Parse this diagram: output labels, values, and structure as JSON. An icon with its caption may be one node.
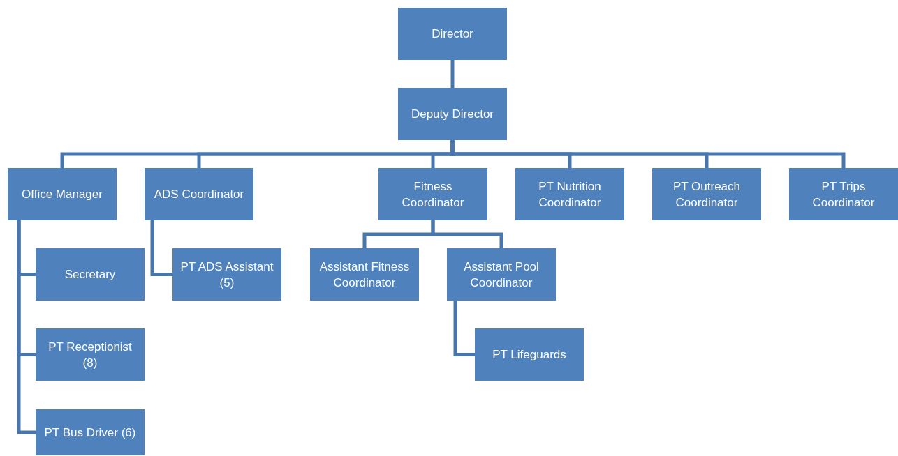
{
  "diagram": {
    "nodes": [
      {
        "text": [
          "Director"
        ]
      },
      {
        "text": [
          "Deputy Director"
        ]
      },
      {
        "text": [
          "Office Manager"
        ]
      },
      {
        "text": [
          "ADS Coordinator"
        ]
      },
      {
        "text": [
          "Fitness Coordinator"
        ]
      },
      {
        "text": [
          "PT Nutrition Coordinator"
        ]
      },
      {
        "text": [
          "PT Outreach Coordinator"
        ]
      },
      {
        "text": [
          "PT Trips Coordinator"
        ]
      },
      {
        "text": [
          "Secretary"
        ]
      },
      {
        "text": [
          "PT Receptionist (8)"
        ]
      },
      {
        "text": [
          "PT Bus Driver (6)"
        ]
      },
      {
        "text": [
          "PT ADS Assistant (5)"
        ]
      },
      {
        "text": [
          "Assistant Fitness Coordinator"
        ]
      },
      {
        "text": [
          "Assistant Pool Coordinator"
        ]
      },
      {
        "text": [
          "PT Lifeguards"
        ]
      }
    ],
    "edges": [
      {
        "from": 0,
        "to": 1,
        "arrow": "none"
      },
      {
        "from": 1,
        "to": 2,
        "arrow": "none"
      },
      {
        "from": 1,
        "to": 3,
        "arrow": "none"
      },
      {
        "from": 1,
        "to": 4,
        "arrow": "none"
      },
      {
        "from": 1,
        "to": 5,
        "arrow": "none"
      },
      {
        "from": 1,
        "to": 6,
        "arrow": "none"
      },
      {
        "from": 1,
        "to": 7,
        "arrow": "none"
      },
      {
        "from": 2,
        "to": 8,
        "arrow": "none"
      },
      {
        "from": 2,
        "to": 9,
        "arrow": "none"
      },
      {
        "from": 2,
        "to": 10,
        "arrow": "none"
      },
      {
        "from": 3,
        "to": 11,
        "arrow": "none"
      },
      {
        "from": 4,
        "to": 12,
        "arrow": "none"
      },
      {
        "from": 4,
        "to": 13,
        "arrow": "none"
      },
      {
        "from": 13,
        "to": 14,
        "arrow": "none"
      }
    ]
  }
}
